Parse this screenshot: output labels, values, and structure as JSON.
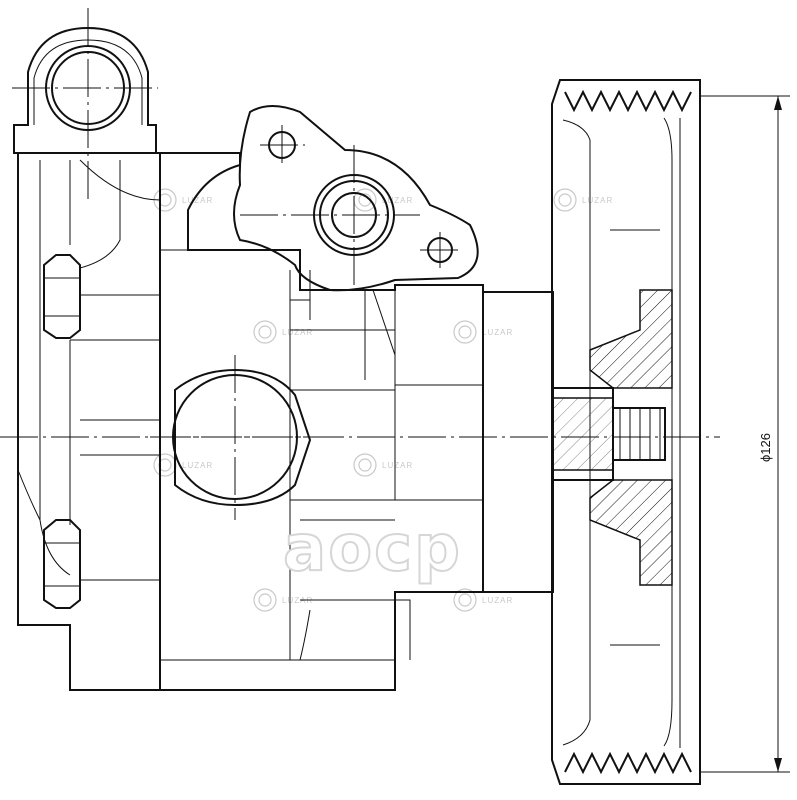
{
  "drawing": {
    "dimension_label": "ϕ126",
    "watermark_logo": "LUZAR",
    "brand_overlay": "aocp"
  }
}
